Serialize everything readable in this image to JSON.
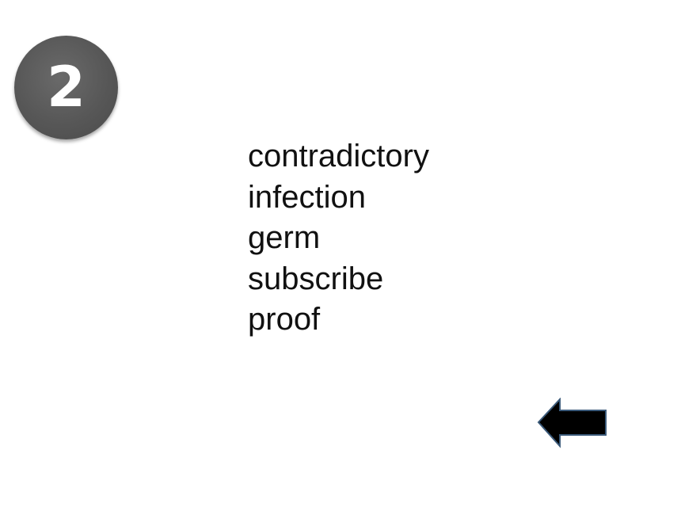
{
  "slide": {
    "number": "2",
    "words": [
      "contradictory",
      "infection",
      "germ",
      "subscribe",
      "proof"
    ]
  },
  "navigation": {
    "back_icon": "left-arrow-icon"
  },
  "colors": {
    "badge": "#575757",
    "badge_text": "#ffffff",
    "arrow_fill": "#000000",
    "arrow_outline": "#3b5a7a",
    "text": "#111111"
  }
}
